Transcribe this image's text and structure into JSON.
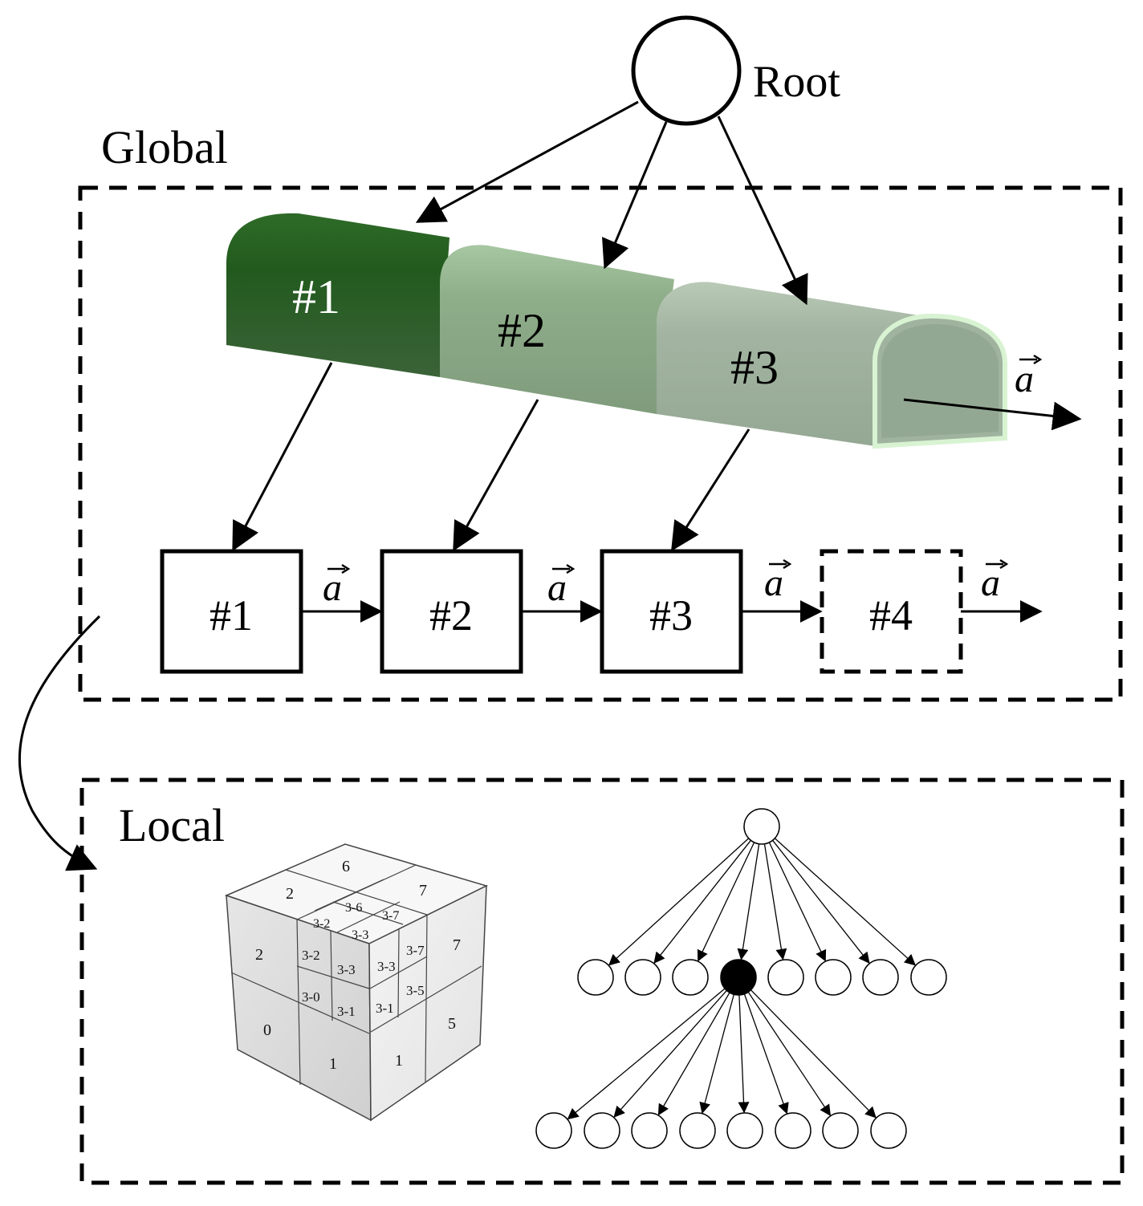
{
  "root_label": "Root",
  "global_label": "Global",
  "local_label": "Local",
  "tunnel_segments": [
    "#1",
    "#2",
    "#3"
  ],
  "vector_label": "a",
  "chain_boxes": [
    "#1",
    "#2",
    "#3",
    "#4"
  ],
  "cube": {
    "top": [
      "6",
      "2",
      "7"
    ],
    "top_sub": [
      "3-6",
      "3-7",
      "3-2",
      "3-3"
    ],
    "front_left": [
      "2",
      "0",
      "1"
    ],
    "front_sub": [
      "3-2",
      "3-3",
      "3-0",
      "3-1"
    ],
    "right": [
      "3-3",
      "3-7",
      "3-1",
      "3-5",
      "7",
      "5",
      "1"
    ]
  },
  "colors": {
    "seg1": "#2f5e2c",
    "seg2": "#8fae8a",
    "seg3": "#a3b5a2",
    "tunnel_rim": "#d8f3d2"
  }
}
